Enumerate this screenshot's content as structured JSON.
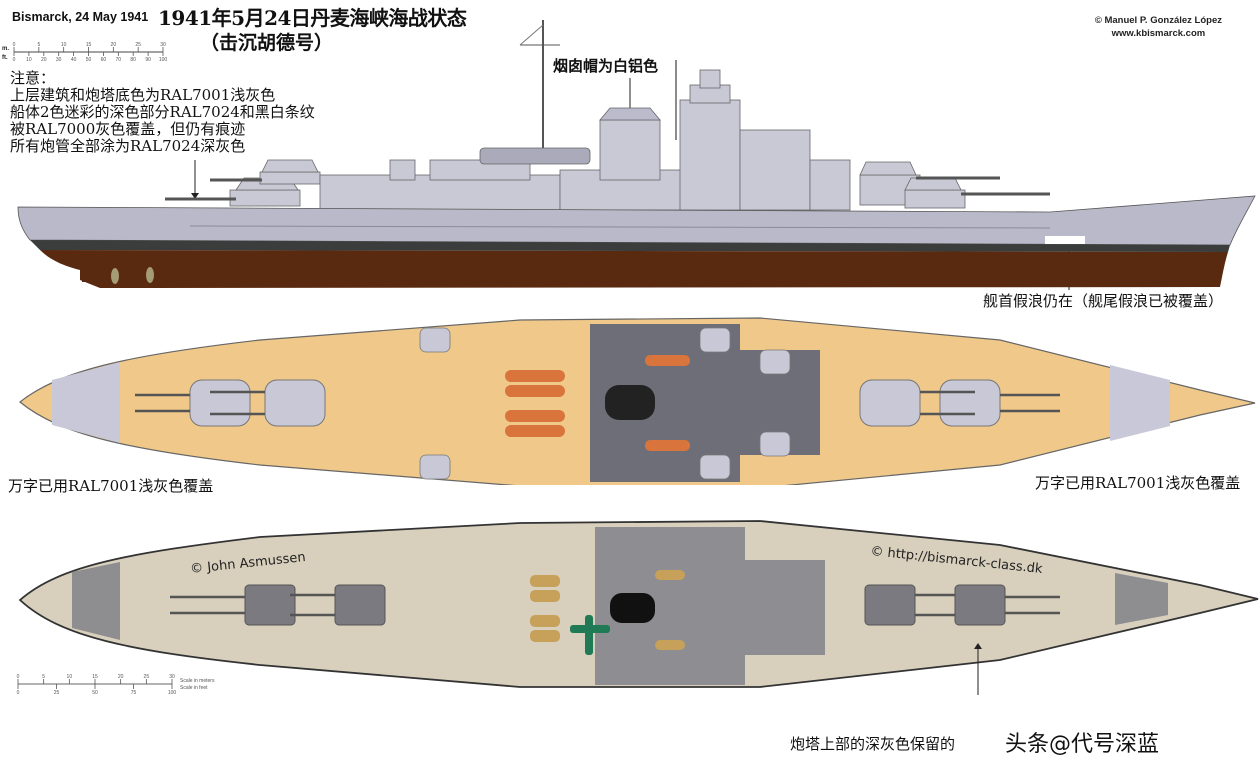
{
  "header": {
    "title_en": "Bismarck, 24 May 1941",
    "title_cn": "1941年5月24日丹麦海峡海战状态",
    "subtitle_cn": "（击沉胡德号）",
    "credit_author": "© Manuel P. González López",
    "credit_site": "www.kbismarck.com"
  },
  "top_scale": {
    "unit_m": "m.",
    "unit_ft": "ft.",
    "m_ticks": [
      "0",
      "5",
      "10",
      "15",
      "20",
      "25",
      "30"
    ],
    "ft_ticks": [
      "0",
      "10",
      "20",
      "30",
      "40",
      "50",
      "60",
      "70",
      "80",
      "90",
      "100"
    ]
  },
  "notes": {
    "heading": "注意：",
    "lines": [
      "上层建筑和炮塔底色为RAL7001浅灰色",
      "船体2色迷彩的深色部分RAL7024和黑白条纹",
      "被RAL7000灰色覆盖，但仍有痕迹",
      "所有炮管全部涂为RAL7024深灰色"
    ]
  },
  "annotations": {
    "funnel_cap": "烟囱帽为白铝色",
    "bow_wave": "舰首假浪仍在（舰尾假浪已被覆盖）",
    "swastika_left": "万字已用RAL7001浅灰色覆盖",
    "swastika_right": "万字已用RAL7001浅灰色覆盖",
    "turret_top": "炮塔上部的深灰色保留的"
  },
  "plan_views": {
    "credit_left": "© John Asmussen",
    "credit_right": "© http://bismarck-class.dk"
  },
  "bottom_scale": {
    "m_ticks": [
      "0",
      "5",
      "10",
      "15",
      "20",
      "25",
      "30"
    ],
    "ft_ticks": [
      "0",
      "25",
      "50",
      "75",
      "100"
    ],
    "label_m": "Scale in meters",
    "label_ft": "Scale in feet"
  },
  "watermark": "头条@代号深蓝",
  "colors": {
    "hull_grey": "#b9b9c9",
    "boot_top": "#3b3d3c",
    "red_lead": "#5a2a10",
    "deck_tan": "#f0c98a",
    "deck_wood": "#d8d0bd",
    "grey_band": "#c8c8d8",
    "dark_grey": "#6e6e78",
    "boat_orange": "#d8743c",
    "plane_green": "#1f7a55"
  }
}
